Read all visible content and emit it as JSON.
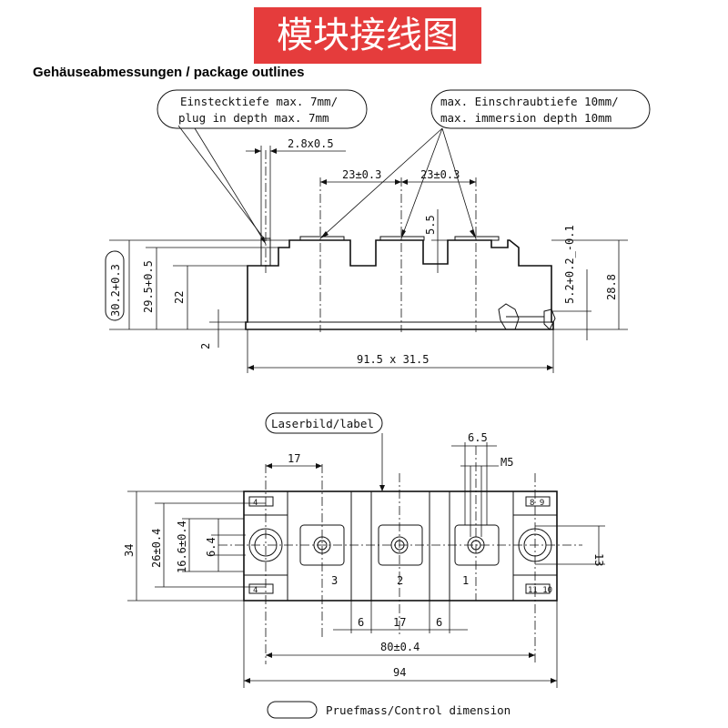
{
  "title": "模块接线图",
  "heading": "Gehäuseabmessungen / package outlines",
  "notes": {
    "insert_depth_de": "Einstecktiefe max. 7mm/",
    "insert_depth_en": "plug in depth max. 7mm",
    "screw_depth_de": "max. Einschraubtiefe 10mm/",
    "screw_depth_en": "max. immersion depth 10mm",
    "laser_label": "Laserbild/label",
    "control_dimension": "Pruefmass/Control dimension"
  },
  "side_view_dims": {
    "pin": "2.8x0.5",
    "spacing_left": "23±0.3",
    "spacing_right": "23±0.3",
    "terminal_height": "5.5",
    "total_height": "30.2+0.3",
    "body_height": "29.5+0.5",
    "base_height": "22",
    "base_plate": "2",
    "right_step": "5.2+0.2_-0.1",
    "right_height": "28.8",
    "footprint": "91.5 x 31.5"
  },
  "top_view_dims": {
    "term_pitch": "17",
    "screw_head": "6.5",
    "thread": "M5",
    "height_total": "34",
    "height_26": "26±0.4",
    "height_16": "16.6±0.4",
    "height_6": "6.4",
    "mount_hole": "13",
    "gap_left": "6",
    "center_pitch": "17",
    "gap_right": "6",
    "mount_spacing": "80±0.4",
    "length": "94"
  },
  "terminals": [
    "3",
    "2",
    "1"
  ],
  "aux_pins": {
    "top_left": "4",
    "bottom_left": "4",
    "top_right": "8 9",
    "bottom_right": "11 10"
  },
  "colors": {
    "banner": "#e53c3c",
    "line": "#111111"
  }
}
